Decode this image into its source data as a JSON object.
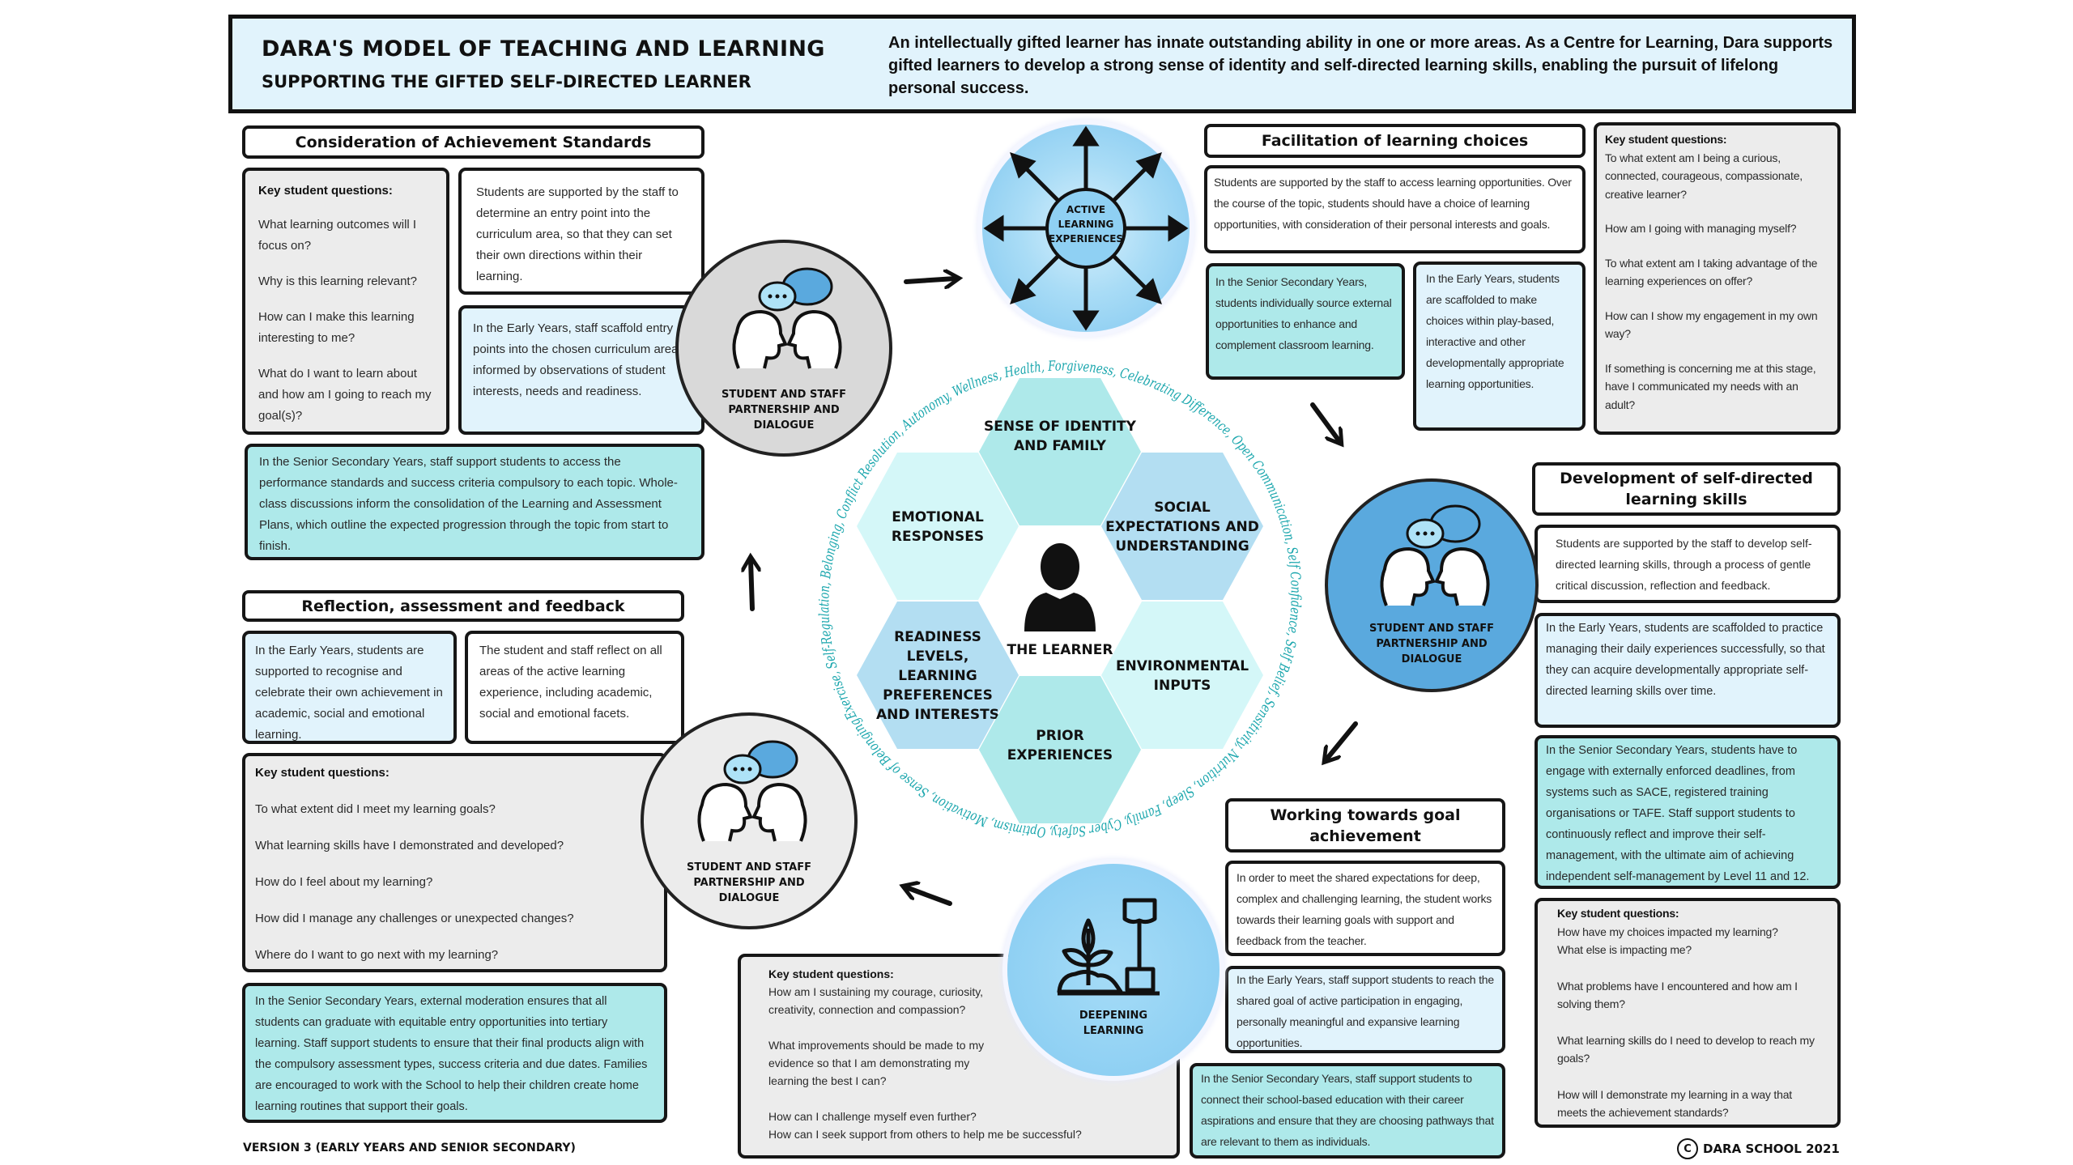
{
  "header": {
    "title": "DARA'S MODEL OF TEACHING AND LEARNING",
    "subtitle": "SUPPORTING THE GIFTED SELF-DIRECTED LEARNER",
    "intro": "An intellectually gifted learner has innate outstanding ability in one or more areas. As a Centre for Learning, Dara supports gifted learners to develop a strong sense of identity and self-directed learning skills, enabling the pursuit of lifelong personal success."
  },
  "questions_label": "Key student questions:",
  "achievement": {
    "title": "Consideration of Achievement Standards",
    "questions": [
      "What learning outcomes will I focus on?",
      "Why is this learning relevant?",
      "How can I make this learning interesting to me?",
      "What do I want to learn about and how am I going to reach my goal(s)?"
    ],
    "general": "Students are supported by the staff to determine an entry point into the curriculum area, so that they can set their own directions within their learning.",
    "early": "In the Early Years, staff scaffold entry points into the chosen curriculum area, informed by observations of student interests, needs and readiness.",
    "senior": "In the Senior Secondary Years, staff support students to access the performance standards and success criteria compulsory to each topic. Whole-class discussions inform the consolidation of the Learning and Assessment Plans, which outline the expected progression through the topic from start to finish."
  },
  "reflection": {
    "title": "Reflection, assessment and feedback",
    "early": "In the Early Years, students are supported to recognise and celebrate their own achievement in academic, social and emotional learning.",
    "general": "The student and staff reflect on all areas of the active learning experience, including academic, social and emotional facets.",
    "questions": [
      "To what extent did I meet my learning goals?",
      "What learning skills have I demonstrated and developed?",
      "How do I feel about my learning?",
      "How did I manage any challenges or unexpected changes?",
      "Where do I want to go next with my learning?"
    ],
    "senior": "In the Senior Secondary Years, external moderation ensures that all students can graduate with equitable entry opportunities into tertiary learning. Staff support students to ensure that their final products align with the compulsory assessment types, success criteria and due dates. Families are encouraged to work with the School to help their children create home learning routines that support their goals."
  },
  "facilitation": {
    "title": "Facilitation of learning choices",
    "general": "Students are supported by the staff to access learning opportunities. Over the course of the topic, students should have a choice of learning opportunities, with consideration of their personal interests and goals.",
    "senior": "In the Senior Secondary Years, students individually source external opportunities to enhance and complement classroom learning.",
    "early": "In the Early Years, students are  scaffolded to make choices within play-based, interactive and other developmentally appropriate learning opportunities.",
    "questions": [
      "To what extent am I being a curious, connected, courageous, compassionate, creative learner?",
      "How am I going with managing myself?",
      "To what extent am I taking advantage of the learning experiences on offer?",
      "How can I show my engagement in my own way?",
      "If something is concerning me at this stage, have I communicated my needs with an adult?"
    ]
  },
  "development": {
    "title": "Development of self-directed learning skills",
    "general": "Students are supported by the staff to develop self-directed learning skills, through a process of gentle critical discussion, reflection and feedback.",
    "early": "In the Early Years, students are scaffolded to practice managing their daily experiences successfully, so that they can acquire developmentally appropriate self-directed learning skills over time.",
    "senior": "In the Senior Secondary Years, students have to engage with externally enforced deadlines, from systems such as SACE, registered training organisations or TAFE. Staff support students to continuously reflect and improve their self-management, with the ultimate aim of achieving independent self-management by Level 11 and 12.",
    "questions": [
      [
        "How have my choices impacted my learning?",
        "What else is impacting me?"
      ],
      [
        "What problems have I encountered and how am I solving them?"
      ],
      [
        "What learning skills do I need to develop to reach my goals?"
      ],
      [
        "How will I demonstrate my learning in a way that meets the achievement standards?"
      ]
    ]
  },
  "working": {
    "title": "Working towards goal achievement",
    "general": "In order to meet the shared expectations for deep, complex and challenging learning, the student works towards their learning goals with support and feedback from the teacher.",
    "early": "In the Early Years, staff support students to reach the shared goal of active participation in engaging, personally meaningful and expansive learning opportunities.",
    "senior": "In the Senior Secondary Years, staff support students to connect their school-based education with their career aspirations and ensure that they are choosing pathways that are relevant to them as individuals."
  },
  "deepening": {
    "label": "DEEPENING LEARNING",
    "icon": "plant-shovel-icon",
    "questions": [
      [
        "How am I sustaining my courage, curiosity, creativity, connection and compassion?"
      ],
      [
        "What improvements should be made to my evidence so that I am demonstrating my learning the best I can?"
      ],
      [
        "How can I challenge myself even further?",
        "How can I seek support from others to help me be successful?"
      ]
    ]
  },
  "partnership": {
    "label": "STUDENT AND STAFF PARTNERSHIP AND DIALOGUE",
    "icon": "two-heads-speech-bubbles-icon"
  },
  "active": {
    "label": "ACTIVE LEARNING EXPERIENCES",
    "icon": "radiating-arrows-icon"
  },
  "learner": {
    "label": "THE LEARNER",
    "icon": "person-icon",
    "hexagons": {
      "identity": [
        "SENSE OF IDENTITY",
        "AND FAMILY"
      ],
      "emotional": [
        "EMOTIONAL",
        "RESPONSES"
      ],
      "social": [
        "SOCIAL",
        "EXPECTATIONS AND",
        "UNDERSTANDING"
      ],
      "readiness": [
        "READINESS",
        "LEVELS,",
        "LEARNING",
        "PREFERENCES",
        "AND INTERESTS"
      ],
      "environmental": [
        "ENVIRONMENTAL",
        "INPUTS"
      ],
      "prior": [
        "PRIOR",
        "EXPERIENCES"
      ]
    },
    "ring_text": "Exercise, Self-Regulation, Belonging, Conflict Resolution, Autonomy, Wellness, Health, Forgiveness, Celebrating Difference, Open Communication, Self Confidence, Self Belief, Sensitivity, Nutrition, Sleep, Family, Cyber Safety, Optimism, Motivation, Sense of Belonging,"
  },
  "footer": {
    "version": "VERSION 3 (EARLY YEARS AND SENIOR SECONDARY)",
    "copyright_symbol": "C",
    "copyright": "DARA SCHOOL 2021"
  },
  "colors": {
    "header_bg": "#e1f3fc",
    "question_box": "#ececec",
    "early_years_box": "#e1f3fc",
    "senior_box": "#aee9ea",
    "hex_teal": "#aee9ea",
    "hex_light": "#d4f7f8",
    "hex_blue": "#b3def2",
    "partnership_grey": "#d9d9d9",
    "partnership_blue": "#5aa9de",
    "ring_text": "#1aa6ad"
  }
}
